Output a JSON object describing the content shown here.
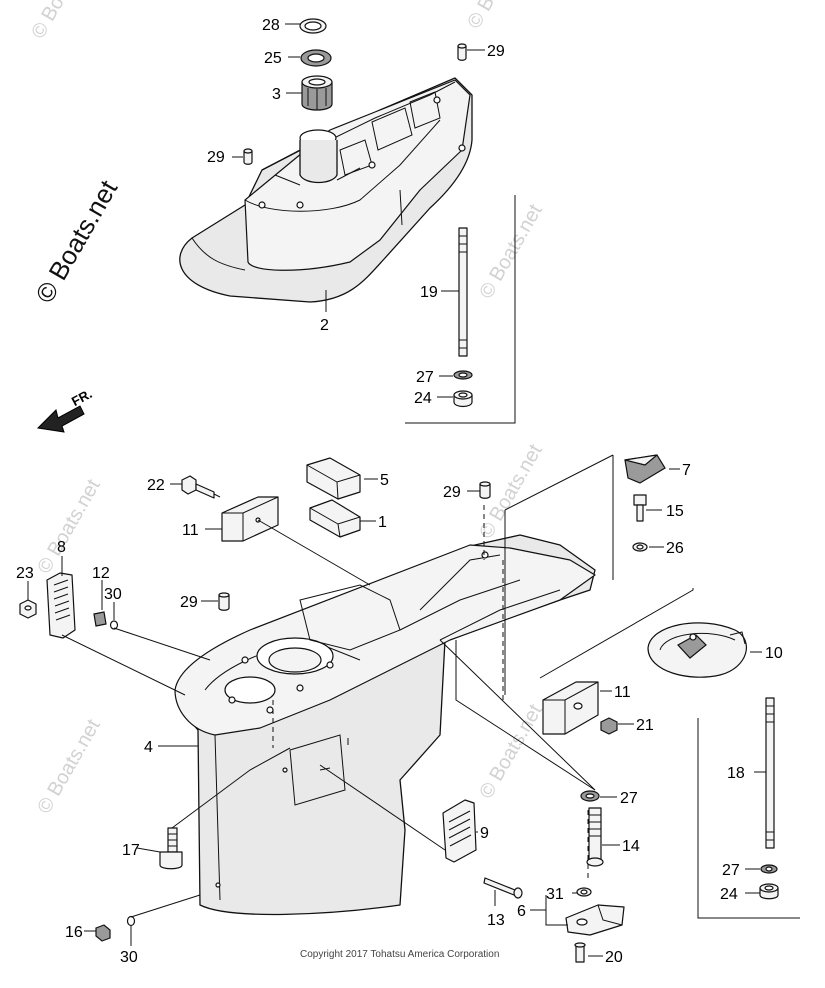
{
  "watermark": {
    "main": "© Boats.net",
    "faint": "© Boats.net"
  },
  "direction_marker": {
    "text": "FR."
  },
  "copyright": "Copyright 2017 Tohatsu America Corporation",
  "callouts": {
    "p1": "1",
    "p2": "2",
    "p3": "3",
    "p4": "4",
    "p5": "5",
    "p6": "6",
    "p7": "7",
    "p8": "8",
    "p9": "9",
    "p10": "10",
    "p11a": "11",
    "p11b": "11",
    "p12": "12",
    "p13": "13",
    "p14": "14",
    "p15": "15",
    "p16": "16",
    "p17": "17",
    "p18": "18",
    "p19": "19",
    "p20": "20",
    "p21": "21",
    "p22": "22",
    "p23": "23",
    "p24a": "24",
    "p24b": "24",
    "p25": "25",
    "p26": "26",
    "p27a": "27",
    "p27b": "27",
    "p27c": "27",
    "p28": "28",
    "p29a": "29",
    "p29b": "29",
    "p29c": "29",
    "p29d": "29",
    "p30a": "30",
    "p30b": "30",
    "p31": "31"
  }
}
